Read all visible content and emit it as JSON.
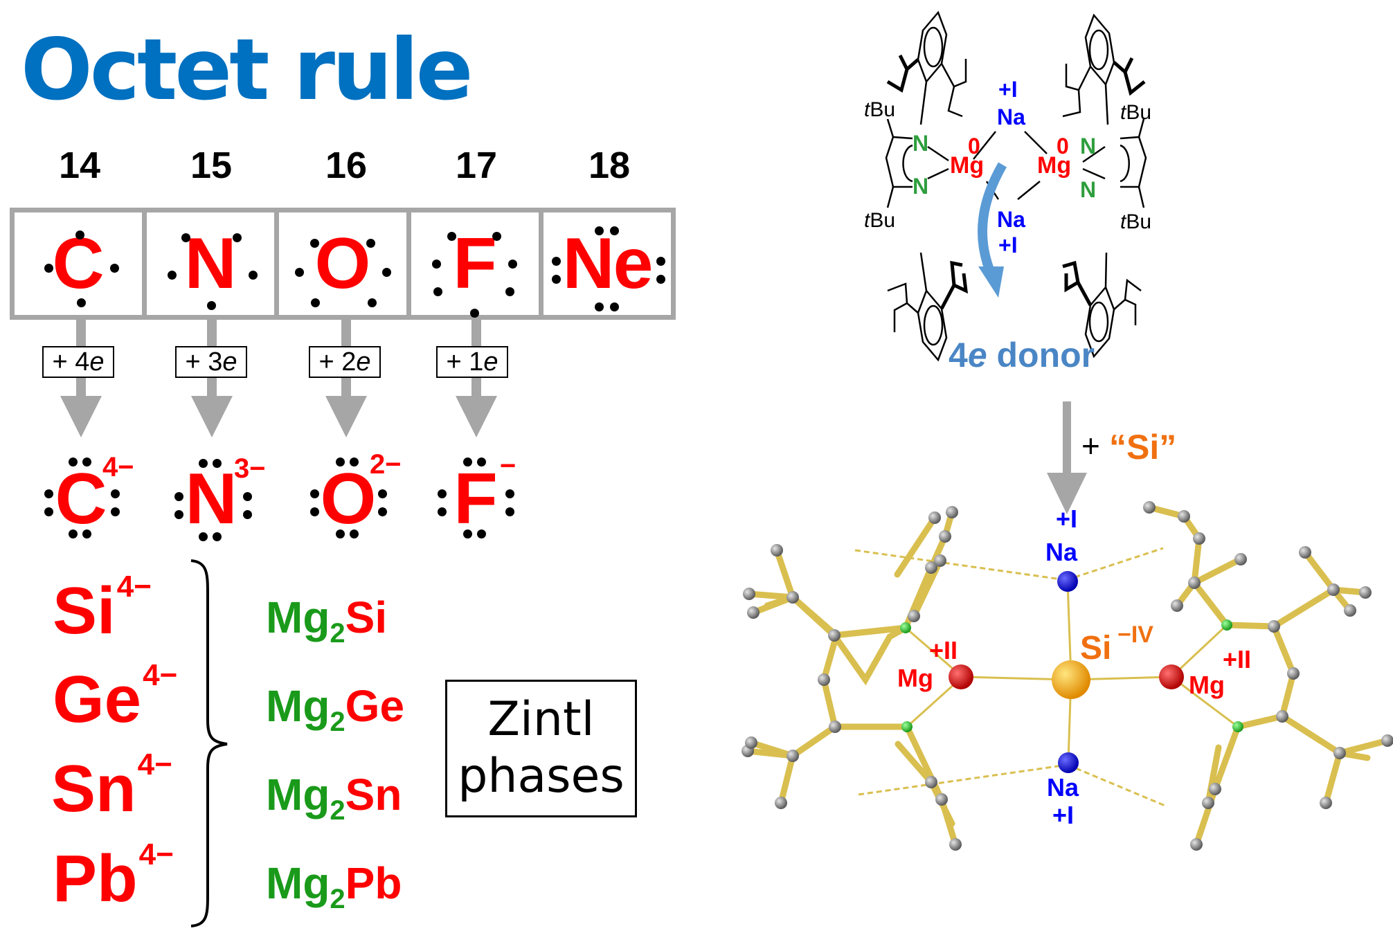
{
  "title": "Octet rule",
  "colors": {
    "title": "#0070C0",
    "element": "#FF0000",
    "magnesium_green": "#1A9A1A",
    "sodium_blue": "#0000FF",
    "silicon_orange": "#F07010",
    "donor_blue": "#5B9BD5",
    "arrow_gray": "#A6A6A6",
    "bond_gold": "#D9BF4F",
    "nitrogen_green": "#2E9E3E"
  },
  "groups": [
    {
      "number": "14",
      "symbol": "C",
      "valence_electrons": 4,
      "electrons_added": "+ 4",
      "electron_unit": "e",
      "ion_charge": "4−"
    },
    {
      "number": "15",
      "symbol": "N",
      "valence_electrons": 5,
      "electrons_added": "+ 3",
      "electron_unit": "e",
      "ion_charge": "3−"
    },
    {
      "number": "16",
      "symbol": "O",
      "valence_electrons": 6,
      "electrons_added": "+ 2",
      "electron_unit": "e",
      "ion_charge": "2−"
    },
    {
      "number": "17",
      "symbol": "F",
      "valence_electrons": 7,
      "electrons_added": "+ 1",
      "electron_unit": "e",
      "ion_charge": "−"
    },
    {
      "number": "18",
      "symbol": "Ne",
      "valence_electrons": 8
    }
  ],
  "tetrel_anions": [
    {
      "symbol": "Si",
      "charge": "4−",
      "zintl_prefix": "Mg",
      "zintl_subscript": "2",
      "zintl_anion": "Si"
    },
    {
      "symbol": "Ge",
      "charge": "4−",
      "zintl_prefix": "Mg",
      "zintl_subscript": "2",
      "zintl_anion": "Ge"
    },
    {
      "symbol": "Sn",
      "charge": "4−",
      "zintl_prefix": "Mg",
      "zintl_subscript": "2",
      "zintl_anion": "Sn"
    },
    {
      "symbol": "Pb",
      "charge": "4−",
      "zintl_prefix": "Mg",
      "zintl_subscript": "2",
      "zintl_anion": "Pb"
    }
  ],
  "zintl_box": {
    "line1": "Zintl",
    "line2": "phases"
  },
  "schematic": {
    "tbu_label": "tBu",
    "tbu_prefix": "t",
    "tbu_suffix": "Bu",
    "n_label": "N",
    "mg_label": "Mg",
    "mg_oxidation": "0",
    "na_label": "Na",
    "na_oxidation": "+I",
    "donor_prefix": "4",
    "donor_unit": "e",
    "donor_suffix": " donor"
  },
  "reaction": {
    "plus": "+",
    "reagent": "“Si”"
  },
  "crystal": {
    "na_label": "Na",
    "na_oxidation": "+I",
    "mg_label": "Mg",
    "mg_oxidation": "+II",
    "si_label": "Si",
    "si_oxidation": "−IV"
  }
}
